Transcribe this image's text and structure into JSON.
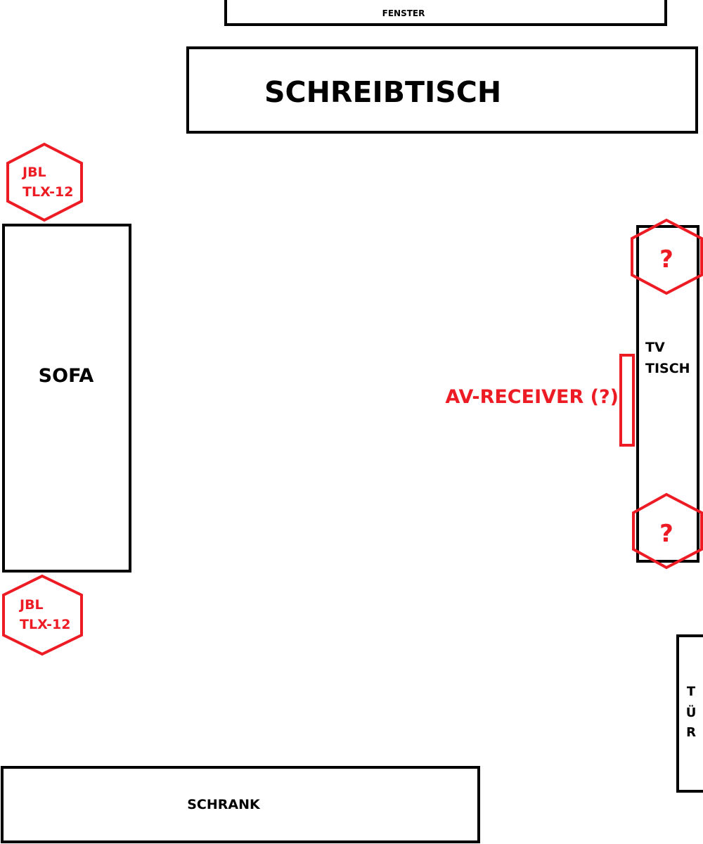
{
  "colors": {
    "furniture": "#000000",
    "audio": "#ed1c24",
    "background": "#ffffff"
  },
  "furniture": {
    "window": "FENSTER",
    "desk": "SCHREIBTISCH",
    "sofa": "SOFA",
    "tv_table": [
      "TV",
      "TISCH"
    ],
    "door": [
      "T",
      "Ü",
      "R"
    ],
    "cabinet": "SCHRANK"
  },
  "audio": {
    "speaker_left_top": [
      "JBL",
      "TLX-12"
    ],
    "speaker_left_bottom": [
      "JBL",
      "TLX-12"
    ],
    "speaker_right_top": "?",
    "speaker_right_bottom": "?",
    "receiver": "AV-RECEIVER (?)"
  }
}
